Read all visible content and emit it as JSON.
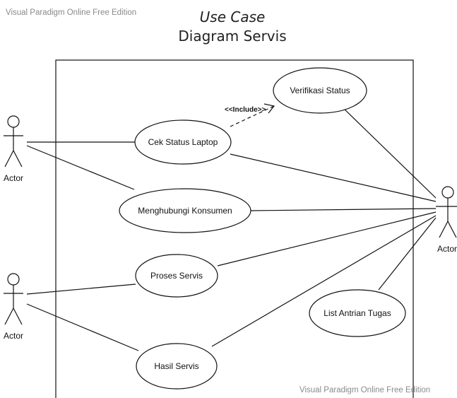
{
  "watermark_top": "Visual Paradigm Online Free Edition",
  "watermark_bottom": "Visual Paradigm Online Free Edition",
  "title": {
    "line1": "Use Case",
    "line2": "Diagram Servis"
  },
  "actors": {
    "top_left": "Actor",
    "bottom_left": "Actor",
    "right": "Actor"
  },
  "use_cases": {
    "verifikasi_status": "Verifikasi Status",
    "cek_status_laptop": "Cek Status Laptop",
    "menghubungi_konsumen": "Menghubungi Konsumen",
    "proses_servis": "Proses Servis",
    "list_antrian_tugas": "List Antrian Tugas",
    "hasil_servis": "Hasil Servis"
  },
  "include_label": "<<Include>>"
}
